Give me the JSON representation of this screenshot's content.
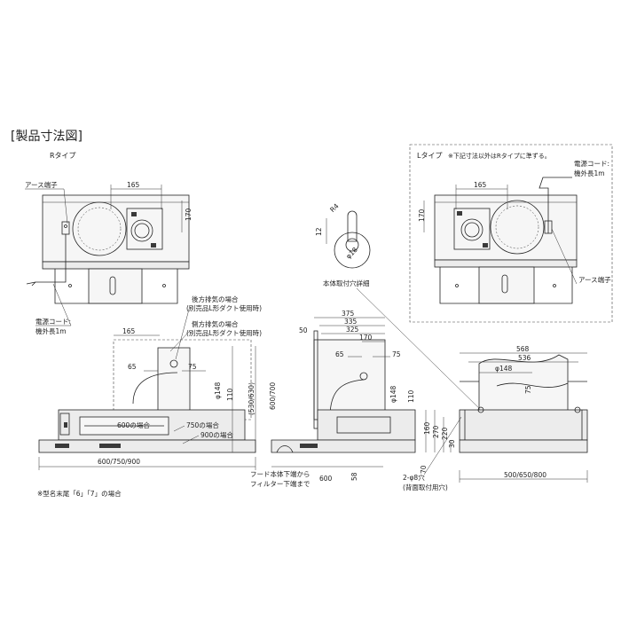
{
  "title": "[製品寸法図]",
  "r_type": "Rタイプ",
  "l_type": "Lタイプ",
  "l_type_note": "※下記寸法以外はRタイプに準ずる。",
  "earth_terminal": "アース端子",
  "power_cord_label": "電源コード:",
  "power_cord_length": "機外長1m",
  "rear_exhaust_1": "後方排気の場合",
  "rear_exhaust_2": "(別売品L形ダクト使用時)",
  "side_exhaust_1": "側方排気の場合",
  "side_exhaust_2": "(別売品L形ダクト使用時)",
  "mount_hole_detail": "本体取付穴詳細",
  "case_600": "600の場合",
  "case_750": "750の場合",
  "case_900": "900の場合",
  "hood_bottom_1": "フード本体下端から",
  "hood_bottom_2": "フィルター下端まで",
  "holes_label": "2-φ8穴",
  "holes_sub": "(背面取付用穴)",
  "footnote": "※型名末尾「6」「7」の場合",
  "dims": {
    "d165": "165",
    "d170": "170",
    "d65": "65",
    "d75": "75",
    "d148": "φ148",
    "d110": "110",
    "d530": "(530/630)",
    "d600_700": "600/700",
    "widths": "600/750/900",
    "d375": "375",
    "d335": "335",
    "d325": "325",
    "d50": "50",
    "d600": "600",
    "d58": "58",
    "d568": "568",
    "d536": "536",
    "d160": "160",
    "d270": "270",
    "d220": "220",
    "d30": "30",
    "d70": "70",
    "d500": "500/650/800",
    "r4": "R4",
    "phi18": "φ18",
    "d12": "12"
  }
}
